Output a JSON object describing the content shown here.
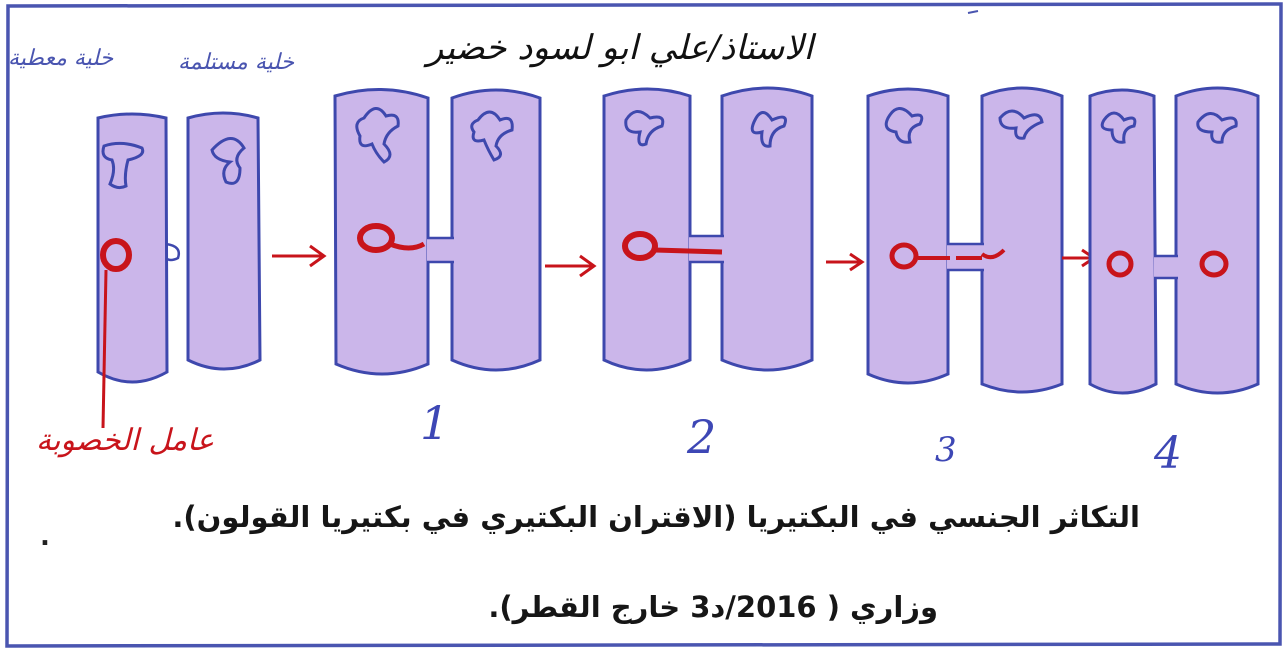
{
  "title_author": "الاستاذ/علي ابو لسود خضير",
  "labels": {
    "donor_cell": "خلية معطية",
    "recipient_cell": "خلية مستلمة",
    "fertility_factor": "عامل الخصوبة"
  },
  "steps": [
    "1",
    "2",
    "3",
    "4"
  ],
  "caption": "التكاثر الجنسي في البكتيريا (الاقتران البكتيري في بكتيريا القولون).",
  "caption_dot": ".",
  "source_note": "وزاري ( 2016/د3 خارج القطر).",
  "colors": {
    "frame": "#4a55b0",
    "cell_fill": "#cbb6ea",
    "cell_stroke": "#3e48ad",
    "factor_red": "#c8141b"
  }
}
